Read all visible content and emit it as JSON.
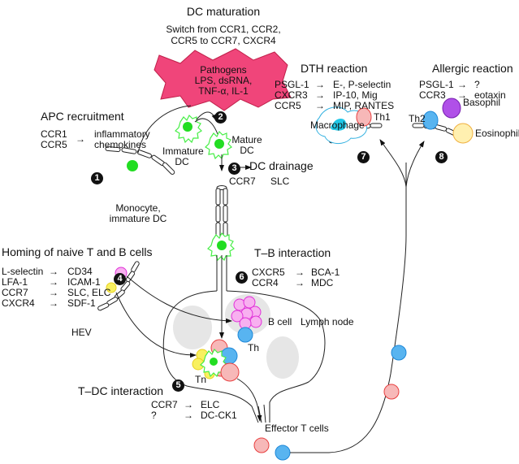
{
  "title": "DC maturation",
  "maturation": {
    "switch_line1": "Switch from CCR1, CCR2,",
    "switch_line2": "CCR5 to CCR7, CXCR4",
    "stimuli": [
      "Pathogens",
      "LPS, dsRNA,",
      "TNF-α, IL-1"
    ],
    "stimulus_color": "#f0457a"
  },
  "apc_recruitment": {
    "heading": "APC recruitment",
    "receptors": [
      "CCR1",
      "CCR5"
    ],
    "arrow": "→",
    "ligands": [
      "inflammatory",
      "chemokines"
    ]
  },
  "steps": {
    "s1": "1",
    "s2": "2",
    "s3": "3",
    "s4": "4",
    "s5": "5",
    "s6": "6",
    "s7": "7",
    "s8": "8"
  },
  "cells": {
    "immature_dc": [
      "Immature",
      "DC"
    ],
    "mature_dc": [
      "Mature",
      "DC"
    ],
    "monocyte": [
      "Monocyte,",
      "immature DC"
    ],
    "macrophage": "Macrophage",
    "th1": "Th1",
    "th2": "Th2",
    "basophil": "Basophil",
    "eosinophil": "Eosinophil",
    "b_cell": "B cell",
    "th": "Th",
    "tn": "Tn",
    "hev": "HEV",
    "lymph_node": "Lymph node",
    "effector": "Effector T cells"
  },
  "dc_drainage": {
    "heading": "DC drainage",
    "receptor": "CCR7",
    "ligand": "SLC"
  },
  "dth": {
    "heading": "DTH reaction",
    "rows": [
      {
        "receptor": "PSGL-1",
        "ligand": "E-, P-selectin"
      },
      {
        "receptor": "CXCR3",
        "ligand": "IP-10, Mig"
      },
      {
        "receptor": "CCR5",
        "ligand": "MIP, RANTES"
      }
    ]
  },
  "allergic": {
    "heading": "Allergic reaction",
    "rows": [
      {
        "receptor": "PSGL-1",
        "ligand": "?"
      },
      {
        "receptor": "CCR3",
        "ligand": "eotaxin"
      }
    ]
  },
  "homing": {
    "heading": "Homing of naive T and B cells",
    "rows": [
      {
        "receptor": "L-selectin",
        "ligand": "CD34"
      },
      {
        "receptor": "LFA-1",
        "ligand": "ICAM-1"
      },
      {
        "receptor": "CCR7",
        "ligand": "SLC, ELC"
      },
      {
        "receptor": "CXCR4",
        "ligand": "SDF-1"
      }
    ]
  },
  "tb": {
    "heading": "T–B interaction",
    "rows": [
      {
        "receptor": "CXCR5",
        "ligand": "BCA-1"
      },
      {
        "receptor": "CCR4",
        "ligand": "MDC"
      }
    ]
  },
  "tdc": {
    "heading": "T–DC interaction",
    "rows": [
      {
        "receptor": "CCR7",
        "ligand": "ELC"
      },
      {
        "receptor": "?",
        "ligand": "DC-CK1"
      }
    ]
  },
  "arrow_glyph": "→",
  "colors": {
    "dc_green": "#22dd22",
    "dc_outline": "#44ee44",
    "th1_pink": "#f7b8b8",
    "th1_edge": "#e84040",
    "th2_blue": "#58b4f0",
    "th2_edge": "#1e88d8",
    "basophil": "#b050e8",
    "eosinophil": "#fff0b0",
    "eos_edge": "#f0b040",
    "bcell": "#f8b0f0",
    "bcell_edge": "#e030d8",
    "naive_yellow": "#f8f060",
    "macrophage_edge": "#30b0e0",
    "macrophage_nucleus": "#20c8e8",
    "follicle_gray": "#e6e6e6"
  }
}
